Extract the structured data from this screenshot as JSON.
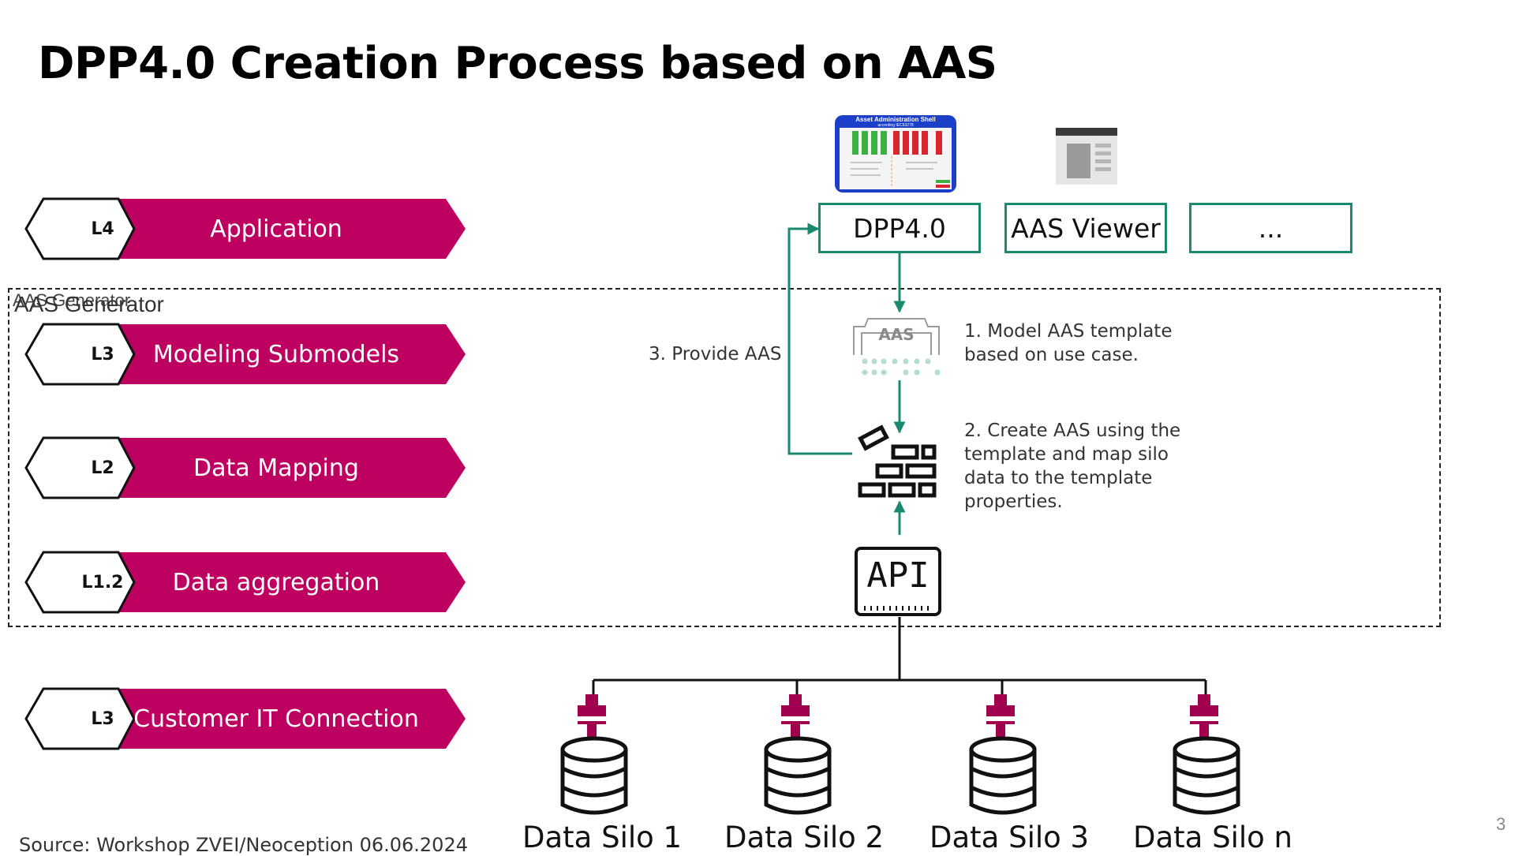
{
  "slide": {
    "title": "DPP4.0 Creation Process based on AAS",
    "source": "Source: Workshop ZVEI/Neoception 06.06.2024",
    "page_number": "3"
  },
  "generator": {
    "label_small": "AAS Generator",
    "label_large": "AAS Generator"
  },
  "layers": [
    {
      "code": "L4",
      "name": "Application"
    },
    {
      "code": "L3",
      "name": "Modeling Submodels"
    },
    {
      "code": "L2",
      "name": "Data Mapping"
    },
    {
      "code": "L1.2",
      "name": "Data aggregation"
    },
    {
      "code": "L3",
      "name": "Customer IT Connection"
    }
  ],
  "applications": [
    {
      "label": "DPP4.0"
    },
    {
      "label": "AAS Viewer"
    },
    {
      "label": "..."
    }
  ],
  "thumbnail": {
    "header": "Asset Administration Shell",
    "subheader": "according IEC63278"
  },
  "aas_icon_label": "AAS",
  "api_icon_label": "API",
  "steps": {
    "step1": "1. Model AAS template based on use case.",
    "step2": "2. Create AAS using the template and map silo data to the template properties.",
    "step3": "3. Provide AAS"
  },
  "silos": [
    {
      "label": "Data Silo 1"
    },
    {
      "label": "Data Silo 2"
    },
    {
      "label": "Data Silo 3"
    },
    {
      "label": "Data Silo n"
    }
  ],
  "colors": {
    "layer_magenta": "#be0060",
    "connector_magenta": "#a0004d",
    "teal": "#1a8a6e",
    "accent_green": "#b3dccb"
  }
}
